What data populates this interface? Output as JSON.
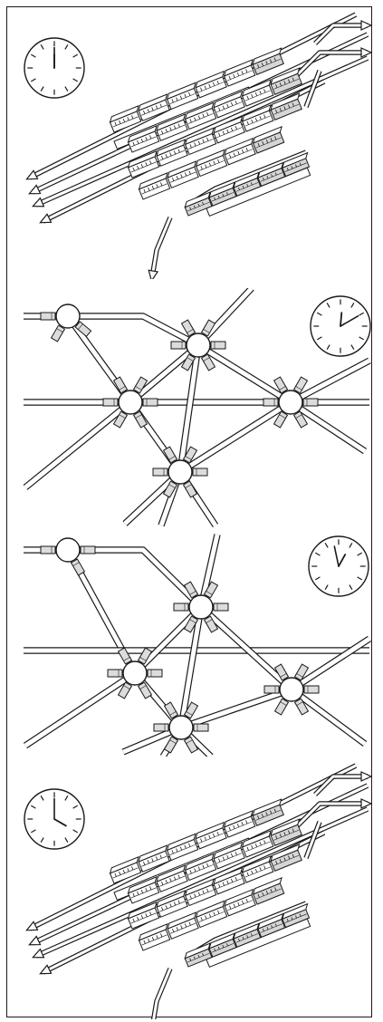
{
  "colors": {
    "ink": "#1a1a1a",
    "paper": "#ffffff",
    "hatch": "#777777"
  },
  "panels": [
    {
      "id": "terminal-morning",
      "type": "terminal",
      "clock": {
        "hour": 12,
        "minute": 0
      }
    },
    {
      "id": "network-minute-2",
      "type": "network",
      "clock": {
        "hour": 12,
        "minute": 10
      }
    },
    {
      "id": "network-minute-58",
      "type": "network",
      "clock": {
        "hour": 12,
        "minute": 58
      }
    },
    {
      "id": "terminal-next-hour",
      "type": "terminal",
      "clock": {
        "hour": 4,
        "minute": 0
      }
    }
  ]
}
